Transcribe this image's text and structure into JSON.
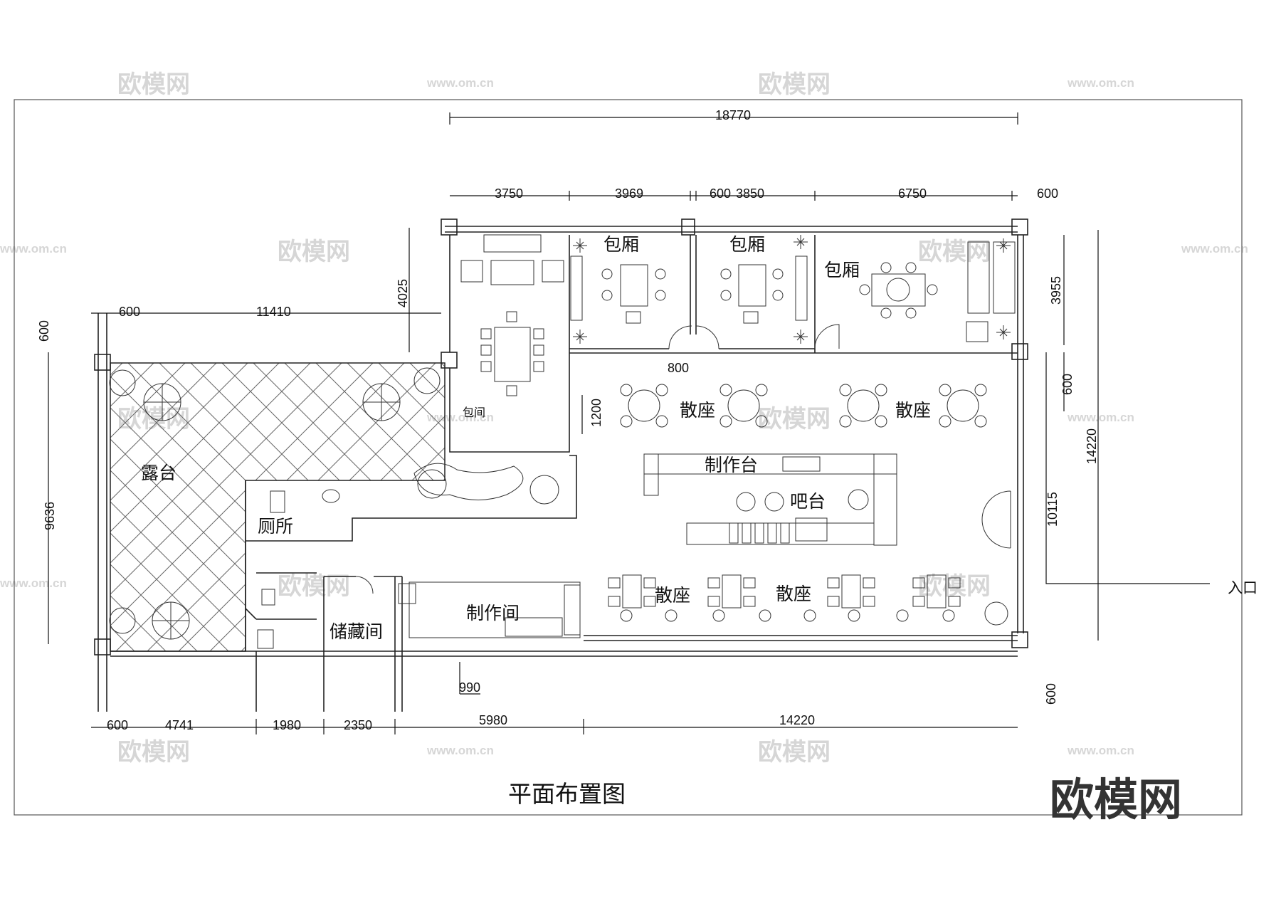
{
  "watermark": {
    "brand": "欧模网",
    "url": "www.om.cn"
  },
  "logo": "欧模网",
  "title": "平面布置图",
  "rooms": {
    "private_room_1": "包厢",
    "private_room_2": "包厢",
    "private_room_3": "包厢",
    "private_room_small": "包间",
    "terrace": "露台",
    "toilet": "厕所",
    "storage": "储藏间",
    "workroom": "制作间",
    "work_counter": "制作台",
    "bar": "吧台",
    "seating_1": "散座",
    "seating_2": "散座",
    "seating_3": "散座",
    "seating_4": "散座",
    "entrance": "入口"
  },
  "dimensions": {
    "top_total": "18770",
    "top_1": "3750",
    "top_2": "3969",
    "top_3": "600",
    "top_4": "3850",
    "top_5": "6750",
    "top_6": "600",
    "left_top_1": "600",
    "left_top_2": "11410",
    "left_v_600": "600",
    "left_v_9636": "9636",
    "v_4025": "4025",
    "door_800": "800",
    "v_1200": "1200",
    "right_3955": "3955",
    "right_600_a": "600",
    "right_14220": "14220",
    "right_10115": "10115",
    "right_600_b": "600",
    "bottom_1": "600",
    "bottom_2": "4741",
    "bottom_3": "1980",
    "bottom_4": "2350",
    "bottom_5": "5980",
    "bottom_6": "14220",
    "bottom_990": "990"
  }
}
